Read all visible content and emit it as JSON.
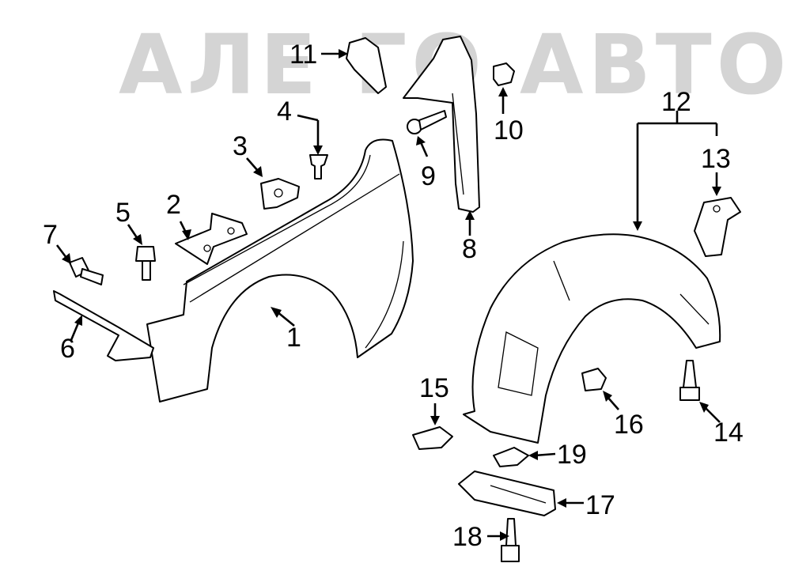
{
  "watermark": "АЛЕ ГО АВТО",
  "callouts": [
    {
      "id": "1",
      "label": "1"
    },
    {
      "id": "2",
      "label": "2"
    },
    {
      "id": "3",
      "label": "3"
    },
    {
      "id": "4",
      "label": "4"
    },
    {
      "id": "5",
      "label": "5"
    },
    {
      "id": "6",
      "label": "6"
    },
    {
      "id": "7",
      "label": "7"
    },
    {
      "id": "8",
      "label": "8"
    },
    {
      "id": "9",
      "label": "9"
    },
    {
      "id": "10",
      "label": "10"
    },
    {
      "id": "11",
      "label": "11"
    },
    {
      "id": "12",
      "label": "12"
    },
    {
      "id": "13",
      "label": "13"
    },
    {
      "id": "14",
      "label": "14"
    },
    {
      "id": "15",
      "label": "15"
    },
    {
      "id": "16",
      "label": "16"
    },
    {
      "id": "17",
      "label": "17"
    },
    {
      "id": "18",
      "label": "18"
    },
    {
      "id": "19",
      "label": "19"
    }
  ]
}
